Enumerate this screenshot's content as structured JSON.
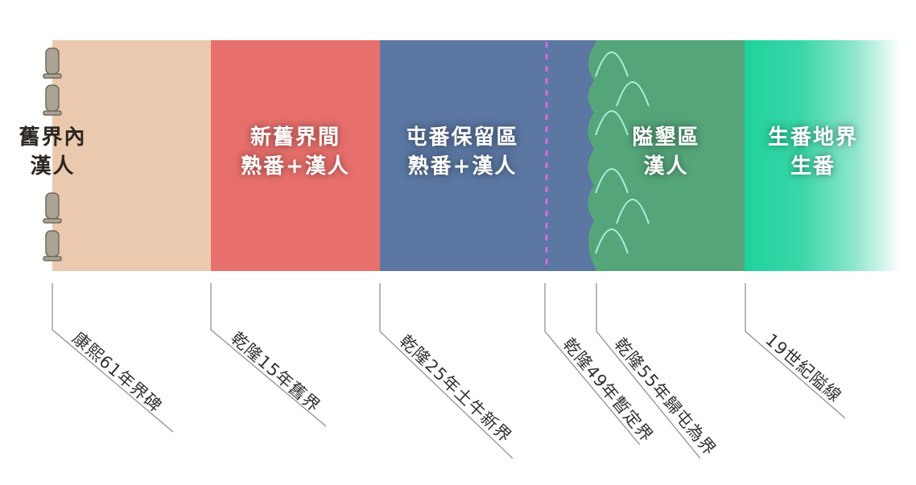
{
  "zones": [
    {
      "line1": "舊界內",
      "line2": "漢人",
      "color": "#ebc9ae"
    },
    {
      "line1": "新舊界間",
      "line2": "熟番+漢人",
      "color": "#e8706c"
    },
    {
      "line1": "屯番保留區",
      "line2": "熟番+漢人",
      "color": "#5b77a2"
    },
    {
      "line1": "隘墾區",
      "line2": "漢人",
      "color": "#55a57a"
    },
    {
      "line1": "生番地界",
      "line2": "生番",
      "color": "#26d3a0"
    }
  ],
  "boundaries": [
    "康熙61年界碑",
    "乾隆15年舊界",
    "乾隆25年土牛新界",
    "乾隆49年暫定界",
    "乾隆55年歸屯為界",
    "19世紀隘線"
  ],
  "colors": {
    "dashed_line": "#d66be0",
    "stone": "#aba393",
    "mountain_line": "#a8eedb"
  }
}
